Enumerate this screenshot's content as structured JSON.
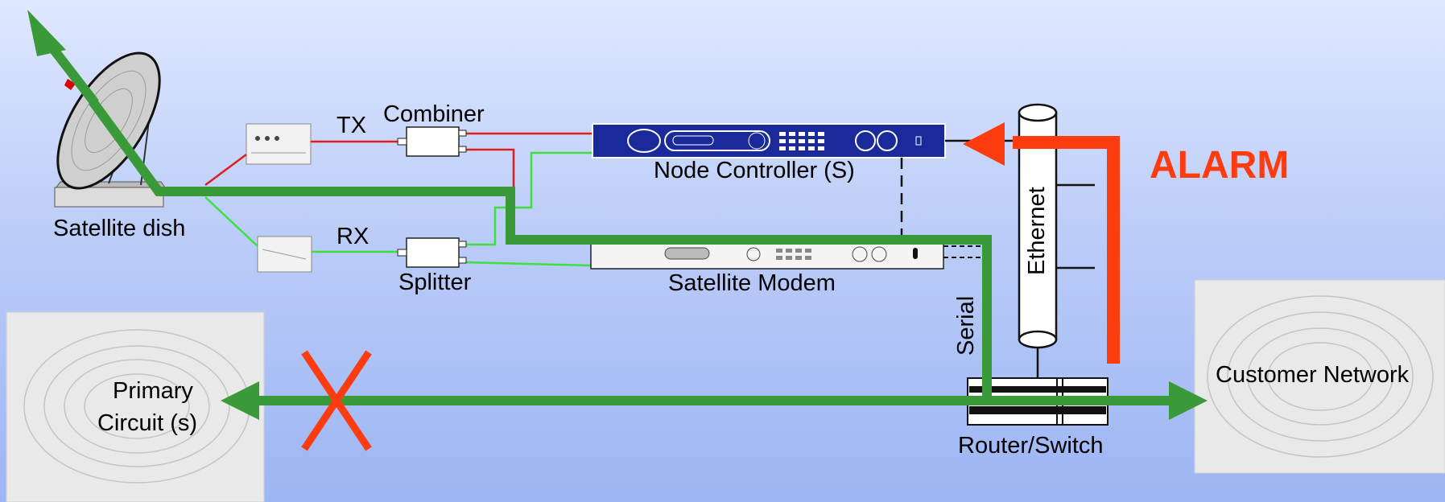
{
  "labels": {
    "satellite_dish": "Satellite dish",
    "tx": "TX",
    "rx": "RX",
    "combiner": "Combiner",
    "splitter": "Splitter",
    "node_controller": "Node Controller (S)",
    "satellite_modem": "Satellite Modem",
    "ethernet": "Ethernet",
    "serial": "Serial",
    "alarm": "ALARM",
    "router_switch": "Router/Switch",
    "customer_network": "Customer Network",
    "primary_circuit_line1": "Primary",
    "primary_circuit_line2": "Circuit (s)"
  },
  "colors": {
    "path_green": "#3a9a3a",
    "tx_red": "#e01e1e",
    "rx_green": "#3ee03e",
    "alarm": "#ff3b10",
    "node_controller_panel": "#1a2a9a"
  },
  "icons": {
    "outage_marker": "x-mark-icon",
    "network_cloud": "cloud-icon"
  }
}
